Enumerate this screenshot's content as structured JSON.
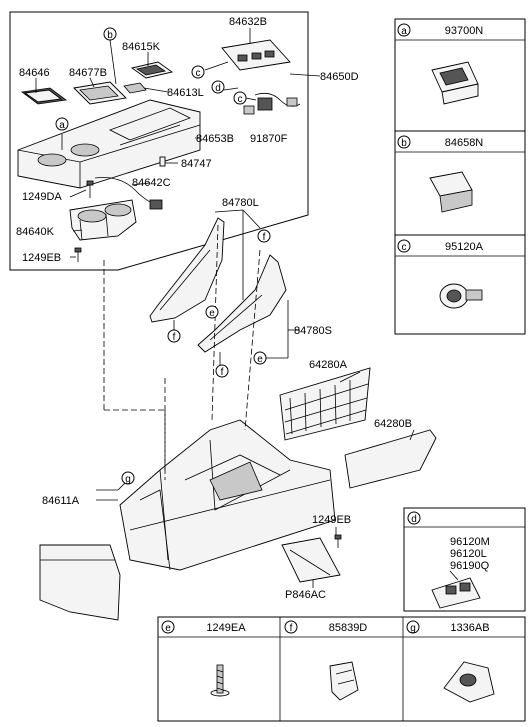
{
  "main_labels": {
    "p84632B": "84632B",
    "p84615K": "84615K",
    "p84646": "84646",
    "p84677B": "84677B",
    "p84650D": "84650D",
    "p84613L": "84613L",
    "p84653B": "84653B",
    "p91870F": "91870F",
    "p84747": "84747",
    "p84642C": "84642C",
    "p1249DA": "1249DA",
    "p84640K": "84640K",
    "p1249EB_top": "1249EB",
    "p84780L": "84780L",
    "p84780S": "84780S",
    "p64280A": "64280A",
    "p64280B": "64280B",
    "p84611A": "84611A",
    "p1249EB_mid": "1249EB",
    "pP846AC": "P846AC"
  },
  "callouts": {
    "a": "a",
    "b": "b",
    "c": "c",
    "d": "d",
    "e": "e",
    "f": "f",
    "g": "g"
  },
  "side_panels": [
    {
      "letter": "a",
      "part": "93700N"
    },
    {
      "letter": "b",
      "part": "84658N"
    },
    {
      "letter": "c",
      "part": "95120A"
    }
  ],
  "panel_d": {
    "letter": "d",
    "parts": [
      "96120M",
      "96120L",
      "96190Q"
    ]
  },
  "bottom_table": [
    {
      "letter": "e",
      "part": "1249EA"
    },
    {
      "letter": "f",
      "part": "85839D"
    },
    {
      "letter": "g",
      "part": "1336AB"
    }
  ]
}
